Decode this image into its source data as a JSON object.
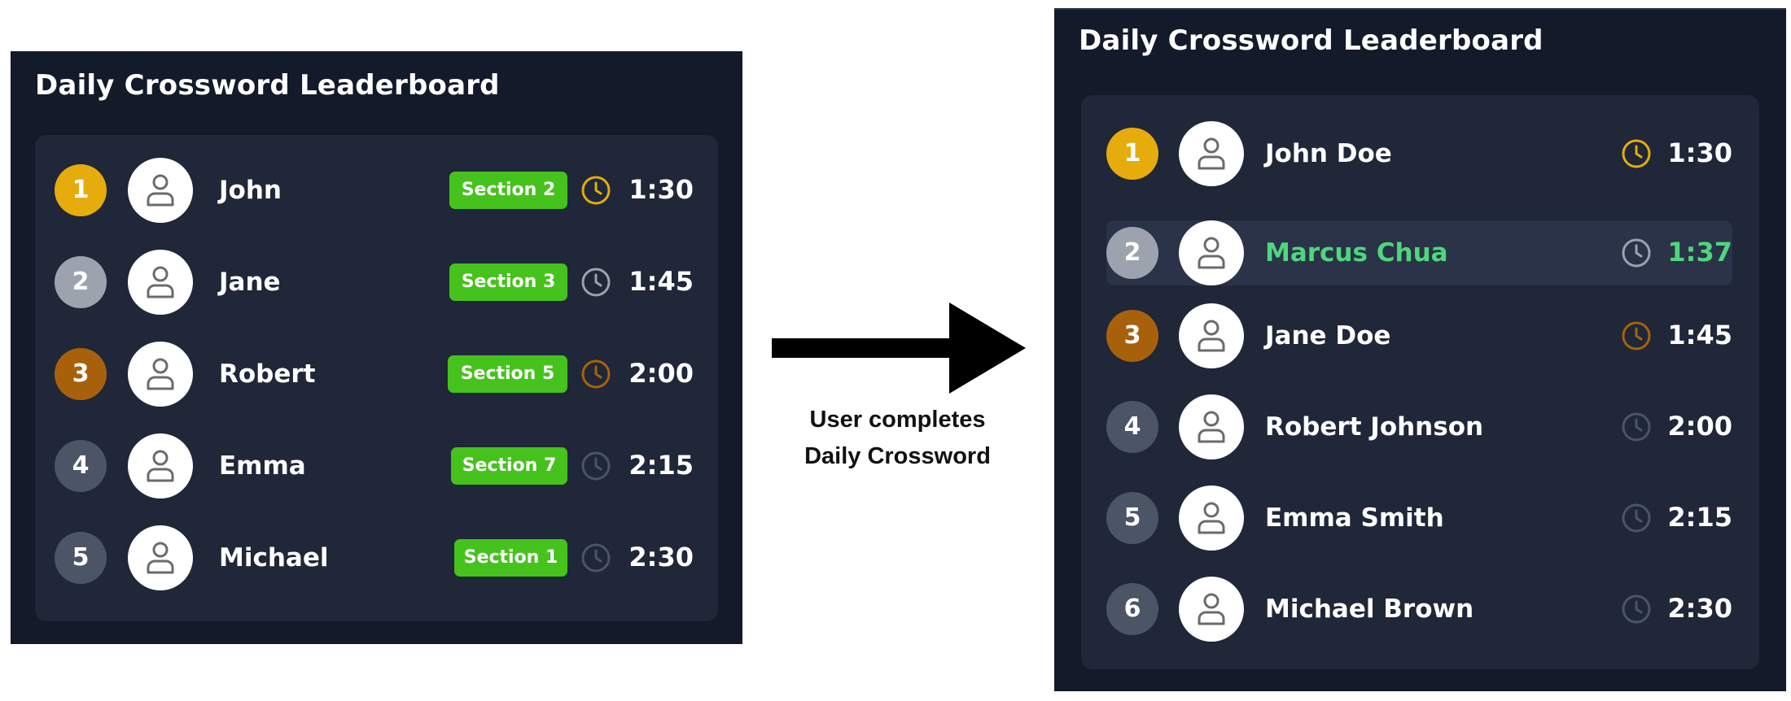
{
  "colors": {
    "panel_bg": "#131a2a",
    "list_bg": "#1f2738",
    "highlight_bg": "#2a3347",
    "gold": "#e6ac0c",
    "silver": "#9ca3af",
    "bronze": "#a8610b",
    "default_rank": "#4b5565",
    "section_green": "#46c21c",
    "user_green": "#4fd67e",
    "clock_gray": "#9ca3af",
    "clock_dim": "#4b5565"
  },
  "before": {
    "title": "Daily Crossword Leaderboard",
    "entries": [
      {
        "rank": "1",
        "name": "John",
        "section": "Section 2",
        "time": "1:30",
        "medal": "gold",
        "clock": "gold-clock-icon"
      },
      {
        "rank": "2",
        "name": "Jane",
        "section": "Section 3",
        "time": "1:45",
        "medal": "silver",
        "clock": "silver-clock-icon"
      },
      {
        "rank": "3",
        "name": "Robert",
        "section": "Section 5",
        "time": "2:00",
        "medal": "bronze",
        "clock": "bronze-clock-icon"
      },
      {
        "rank": "4",
        "name": "Emma",
        "section": "Section 7",
        "time": "2:15",
        "medal": "none",
        "clock": "dim-clock-icon"
      },
      {
        "rank": "5",
        "name": "Michael",
        "section": "Section 1",
        "time": "2:30",
        "medal": "none",
        "clock": "dim-clock-icon"
      }
    ]
  },
  "transition": {
    "caption_line1": "User completes",
    "caption_line2": "Daily Crossword",
    "icon": "right-arrow-icon"
  },
  "after": {
    "title": "Daily Crossword Leaderboard",
    "entries": [
      {
        "rank": "1",
        "name": "John Doe",
        "time": "1:30",
        "medal": "gold",
        "clock": "gold-clock-icon",
        "current_user": false
      },
      {
        "rank": "2",
        "name": "Marcus Chua",
        "time": "1:37",
        "medal": "silver",
        "clock": "silver-clock-icon",
        "current_user": true
      },
      {
        "rank": "3",
        "name": "Jane Doe",
        "time": "1:45",
        "medal": "bronze",
        "clock": "bronze-clock-icon",
        "current_user": false
      },
      {
        "rank": "4",
        "name": "Robert Johnson",
        "time": "2:00",
        "medal": "none",
        "clock": "dim-clock-icon",
        "current_user": false
      },
      {
        "rank": "5",
        "name": "Emma Smith",
        "time": "2:15",
        "medal": "none",
        "clock": "dim-clock-icon",
        "current_user": false
      },
      {
        "rank": "6",
        "name": "Michael Brown",
        "time": "2:30",
        "medal": "none",
        "clock": "dim-clock-icon",
        "current_user": false
      }
    ]
  }
}
